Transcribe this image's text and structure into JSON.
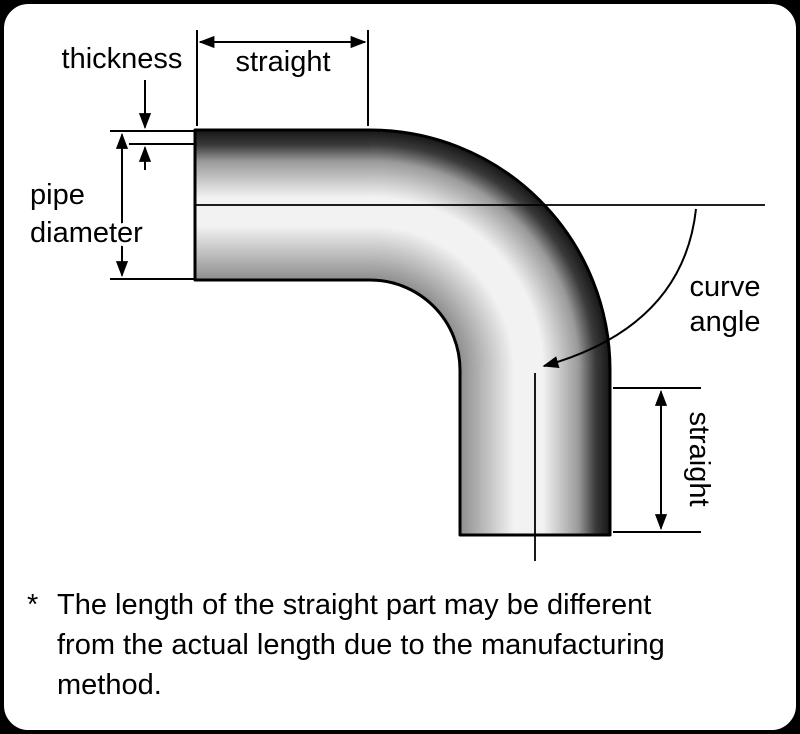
{
  "colors": {
    "background": "#000000",
    "canvas": "#ffffff",
    "line": "#000000",
    "pipe_dark": "#161616",
    "pipe_mid": "#8e8e8e",
    "pipe_light": "#f2f2f2"
  },
  "labels": {
    "thickness": "thickness",
    "straight_top": "straight",
    "pipe_diameter": [
      "pipe",
      "diameter"
    ],
    "curve_angle": [
      "curve",
      "angle"
    ],
    "straight_right": "straight"
  },
  "footnote": {
    "marker": "*",
    "lines": [
      "The length of the straight part may be different",
      "from the actual length due to the manufacturing",
      "method."
    ]
  }
}
